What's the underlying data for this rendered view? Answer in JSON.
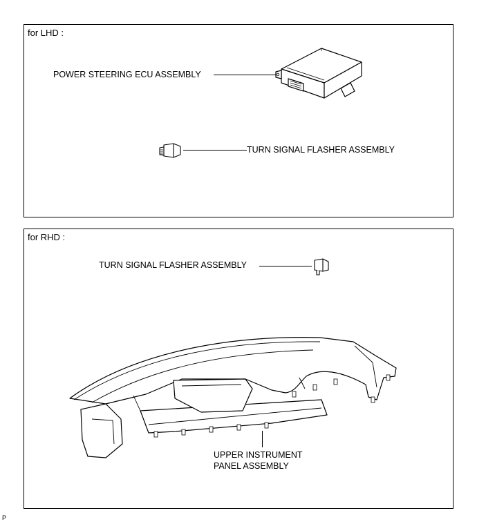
{
  "lhd": {
    "label": "for LHD :",
    "ecu_label": "POWER STEERING ECU ASSEMBLY",
    "flasher_label": "TURN SIGNAL FLASHER ASSEMBLY"
  },
  "rhd": {
    "label": "for RHD :",
    "flasher_label": "TURN SIGNAL FLASHER ASSEMBLY",
    "panel_label_line1": "UPPER INSTRUMENT",
    "panel_label_line2": "PANEL ASSEMBLY"
  },
  "footer": {
    "code": "P"
  }
}
